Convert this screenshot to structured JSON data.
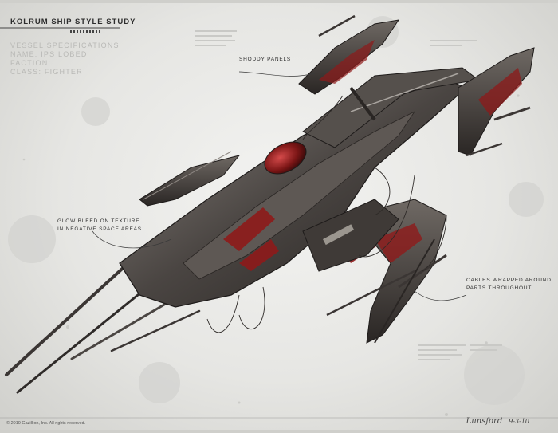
{
  "header": {
    "title": "KOLRUM SHIP STYLE STUDY"
  },
  "specs": {
    "heading": "VESSEL SPECIFICATIONS",
    "name": "NAME: IPS LOBED",
    "faction": "FACTION:",
    "class": "CLASS: FIGHTER"
  },
  "callouts": {
    "shoddy": "SHODDY PANELS",
    "glow_line1": "GLOW BLEED ON TEXTURE",
    "glow_line2": "IN NEGATIVE SPACE AREAS",
    "cables_line1": "CABLES WRAPPED AROUND",
    "cables_line2": "PARTS THROUGHOUT"
  },
  "footer": {
    "copyright": "© 2010 Gazillion, Inc. All rights reserved.",
    "signature": "Lunsford",
    "date": "9-3-10"
  },
  "colors": {
    "hull_dark": "#2a2624",
    "hull_mid": "#6b6560",
    "hull_light": "#b8b3ad",
    "accent_red": "#8e1a1a"
  }
}
